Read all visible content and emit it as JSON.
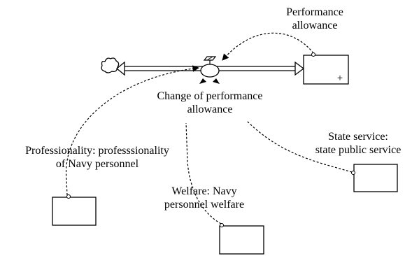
{
  "diagram": {
    "stock": {
      "name_line1": "Performance",
      "name_line2": "allowance"
    },
    "flow": {
      "name_line1": "Change of performance",
      "name_line2": "allowance"
    },
    "professionality": {
      "line1": "Professionality: professsionality",
      "line2": "of Navy personnel"
    },
    "welfare": {
      "line1": "Welfare: Navy",
      "line2": "personnel welfare"
    },
    "state_service": {
      "line1": "State service:",
      "line2": "state public service"
    },
    "stock_sign": "+"
  }
}
